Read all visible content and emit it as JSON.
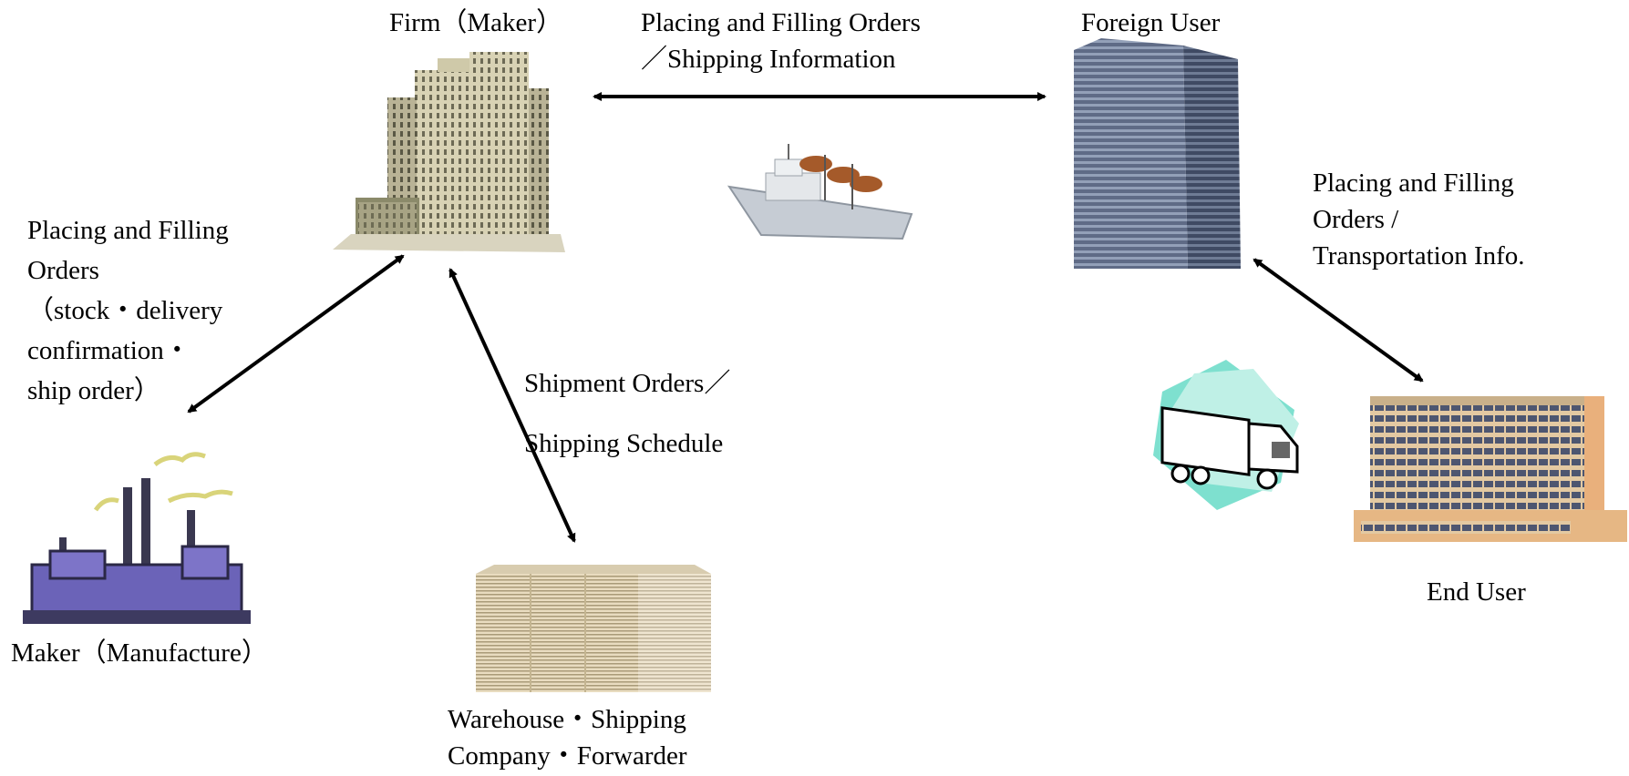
{
  "nodes": {
    "firm": {
      "label": "Firm（Maker）",
      "icon": "office-tower-icon"
    },
    "foreign_user": {
      "label": "Foreign User",
      "icon": "skyscraper-icon"
    },
    "end_user": {
      "label": "End User",
      "icon": "office-building-icon"
    },
    "maker": {
      "label": "Maker（Manufacture）",
      "icon": "factory-icon"
    },
    "warehouse": {
      "lines": [
        "Warehouse・Shipping",
        "Company・Forwarder"
      ],
      "icon": "warehouse-icon"
    }
  },
  "edges": {
    "firm_foreign": {
      "lines": [
        "Placing and Filling Orders",
        "／Shipping Information"
      ]
    },
    "foreign_end": {
      "lines": [
        "Placing and Filling",
        "Orders /",
        "Transportation Info."
      ]
    },
    "firm_maker": {
      "lines": [
        "Placing and Filling",
        "Orders",
        "（stock・delivery",
        "confirmation・",
        "ship order）"
      ]
    },
    "firm_warehouse": {
      "lines": [
        "Shipment Orders／",
        "Shipping Schedule"
      ]
    }
  },
  "decorations": {
    "ship_icon": "cargo-ship-icon",
    "truck_icon": "truck-icon"
  }
}
